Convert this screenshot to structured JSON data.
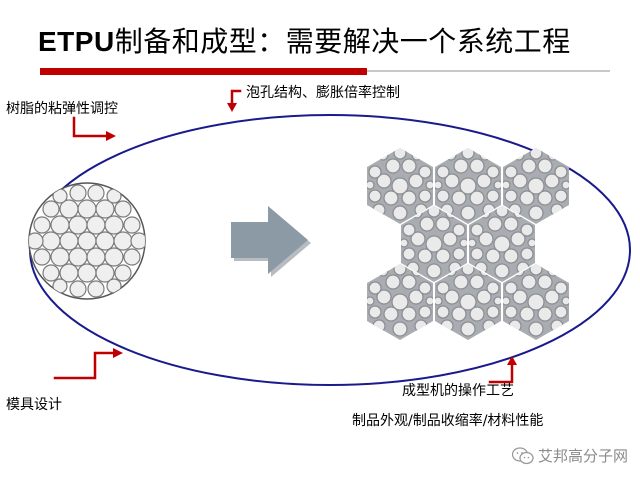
{
  "title": {
    "latin": "ETPU",
    "cjk": "制备和成型：需要解决一个系统工程"
  },
  "labels": {
    "top_left": "树脂的粘弹性调控",
    "top_mid": "泡孔结构、膨胀倍率控制",
    "bottom_left": "模具设计",
    "bottom_right_1": "成型机的操作工艺",
    "bottom_right_2": "制品外观/制品收缩率/材料性能"
  },
  "watermark": {
    "text": "艾邦高分子网",
    "icon": "wechat-icon"
  },
  "colors": {
    "accent_red": "#c00000",
    "ellipse": "#1a1a8c",
    "arrow": "#8c9aa6",
    "circle_fill": "#e6e6e6",
    "circle_stroke": "#7a7a7a"
  }
}
